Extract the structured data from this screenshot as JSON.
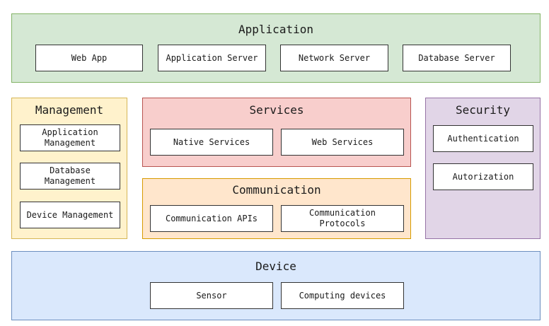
{
  "application": {
    "title": "Application",
    "items": [
      "Web App",
      "Application Server",
      "Network Server",
      "Database Server"
    ]
  },
  "management": {
    "title": "Management",
    "items": [
      "Application\nManagement",
      "Database\nManagement",
      "Device Management"
    ]
  },
  "services": {
    "title": "Services",
    "items": [
      "Native Services",
      "Web Services"
    ]
  },
  "communication": {
    "title": "Communication",
    "items": [
      "Communication APIs",
      "Communication\nProtocols"
    ]
  },
  "security": {
    "title": "Security",
    "items": [
      "Authentication",
      "Autorization"
    ]
  },
  "device": {
    "title": "Device",
    "items": [
      "Sensor",
      "Computing devices"
    ]
  },
  "colors": {
    "application_fill": "#d5e8d4",
    "management_fill": "#fff2cc",
    "services_fill": "#f8cecc",
    "communication_fill": "#ffe6cc",
    "security_fill": "#e1d5e7",
    "device_fill": "#dae8fc"
  }
}
